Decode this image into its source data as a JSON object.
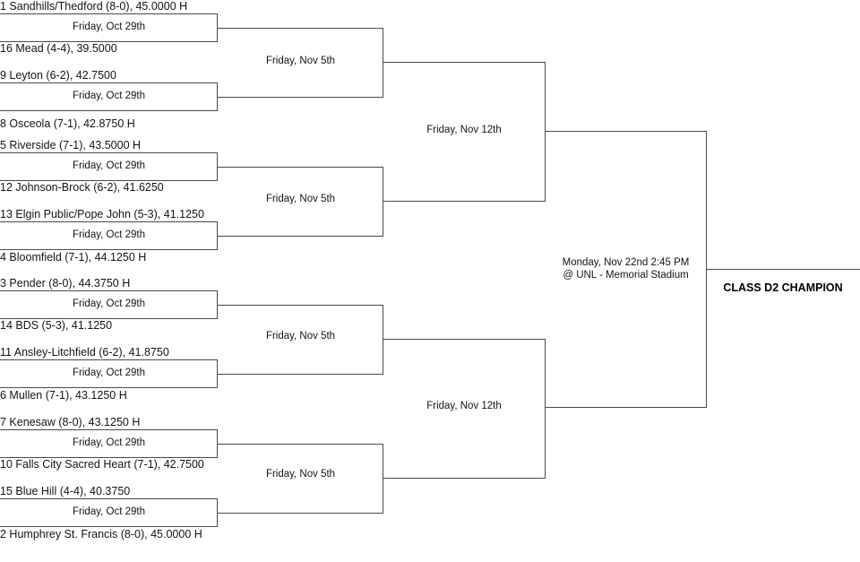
{
  "bracket": {
    "title": "CLASS D2 CHAMPION",
    "champion_label": "CLASS D2 CHAMPION",
    "final": {
      "line1": "Monday, Nov 22nd 2:45 PM",
      "line2": "@ UNL - Memorial Stadium"
    },
    "round1": {
      "label": "Friday, Oct 29th",
      "teams": [
        {
          "seed": "1",
          "name": "Sandhills/Thedford",
          "record": "(8-0)",
          "points": "45.0000",
          "home": "H"
        },
        {
          "seed": "16",
          "name": "Mead",
          "record": "(4-4)",
          "points": "39.5000",
          "home": ""
        },
        {
          "seed": "9",
          "name": "Leyton",
          "record": "(6-2)",
          "points": "42.7500",
          "home": ""
        },
        {
          "seed": "8",
          "name": "Osceola",
          "record": "(7-1)",
          "points": "42.8750",
          "home": "H"
        },
        {
          "seed": "5",
          "name": "Riverside",
          "record": "(7-1)",
          "points": "43.5000",
          "home": "H"
        },
        {
          "seed": "12",
          "name": "Johnson-Brock",
          "record": "(6-2)",
          "points": "41.6250",
          "home": ""
        },
        {
          "seed": "13",
          "name": "Elgin Public/Pope John",
          "record": "(5-3)",
          "points": "41.1250",
          "home": ""
        },
        {
          "seed": "4",
          "name": "Bloomfield",
          "record": "(7-1)",
          "points": "44.1250",
          "home": "H"
        },
        {
          "seed": "3",
          "name": "Pender",
          "record": "(8-0)",
          "points": "44.3750",
          "home": "H"
        },
        {
          "seed": "14",
          "name": "BDS",
          "record": "(5-3)",
          "points": "41.1250",
          "home": ""
        },
        {
          "seed": "11",
          "name": "Ansley-Litchfield",
          "record": "(6-2)",
          "points": "41.8750",
          "home": ""
        },
        {
          "seed": "6",
          "name": "Mullen",
          "record": "(7-1)",
          "points": "43.1250",
          "home": "H"
        },
        {
          "seed": "7",
          "name": "Kenesaw",
          "record": "(8-0)",
          "points": "43.1250",
          "home": "H"
        },
        {
          "seed": "10",
          "name": "Falls City Sacred Heart",
          "record": "(7-1)",
          "points": "42.7500",
          "home": ""
        },
        {
          "seed": "15",
          "name": "Blue Hill",
          "record": "(4-4)",
          "points": "40.3750",
          "home": ""
        },
        {
          "seed": "2",
          "name": "Humphrey St. Francis",
          "record": "(8-0)",
          "points": "45.0000",
          "home": "H"
        }
      ],
      "display": [
        "1 Sandhills/Thedford (8-0), 45.0000 H",
        "16 Mead (4-4), 39.5000",
        "9 Leyton (6-2), 42.7500",
        "8 Osceola (7-1), 42.8750 H",
        "5 Riverside (7-1), 43.5000 H",
        "12 Johnson-Brock (6-2), 41.6250",
        "13 Elgin Public/Pope John (5-3), 41.1250",
        "4 Bloomfield (7-1), 44.1250 H",
        "3 Pender (8-0), 44.3750 H",
        "14 BDS (5-3), 41.1250",
        "11 Ansley-Litchfield (6-2), 41.8750",
        "6 Mullen (7-1), 43.1250 H",
        "7 Kenesaw (8-0), 43.1250 H",
        "10 Falls City Sacred Heart (7-1), 42.7500",
        "15 Blue Hill (4-4), 40.3750",
        "2 Humphrey St. Francis (8-0), 45.0000 H"
      ],
      "labels": [
        "Friday, Oct 29th",
        "Friday, Oct 29th",
        "Friday, Oct 29th",
        "Friday, Oct 29th",
        "Friday, Oct 29th",
        "Friday, Oct 29th",
        "Friday, Oct 29th",
        "Friday, Oct 29th"
      ]
    },
    "round2": {
      "labels": [
        "Friday, Nov 5th",
        "Friday, Nov 5th",
        "Friday, Nov 5th",
        "Friday, Nov 5th"
      ]
    },
    "round3": {
      "labels": [
        "Friday, Nov 12th",
        "Friday, Nov 12th"
      ]
    },
    "colors": {
      "line": "#4a4a4a",
      "text": "#141414",
      "background": "#ffffff"
    }
  }
}
